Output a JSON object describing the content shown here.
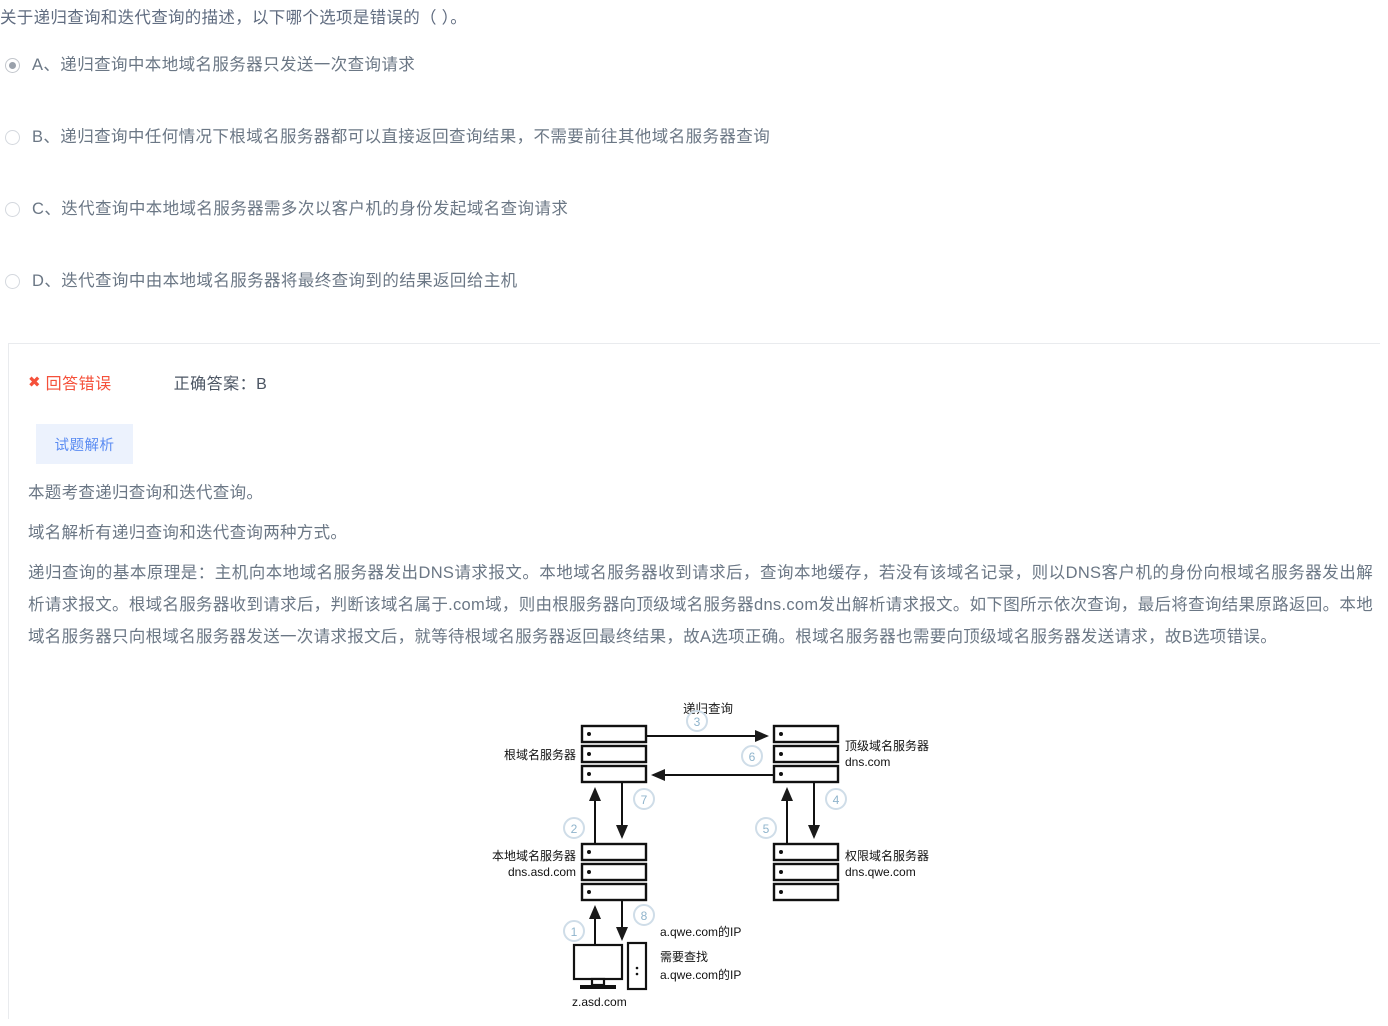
{
  "question": {
    "stem": "关于递归查询和迭代查询的描述，以下哪个选项是错误的（      ）。",
    "options": [
      {
        "key": "A",
        "label": "A、递归查询中本地域名服务器只发送一次查询请求",
        "selected": true
      },
      {
        "key": "B",
        "label": "B、递归查询中任何情况下根域名服务器都可以直接返回查询结果，不需要前往其他域名服务器查询",
        "selected": false
      },
      {
        "key": "C",
        "label": "C、迭代查询中本地域名服务器需多次以客户机的身份发起域名查询请求",
        "selected": false
      },
      {
        "key": "D",
        "label": "D、迭代查询中由本地域名服务器将最终查询到的结果返回给主机",
        "selected": false
      }
    ]
  },
  "result": {
    "mark": "✖",
    "status_text": "回答错误",
    "correct_answer_text": "正确答案：B",
    "status_color": "#f5503a"
  },
  "tabs": [
    {
      "label": "试题解析",
      "active": true
    }
  ],
  "analysis": {
    "paragraphs": [
      "本题考查递归查询和迭代查询。",
      "域名解析有递归查询和迭代查询两种方式。",
      "递归查询的基本原理是：主机向本地域名服务器发出DNS请求报文。本地域名服务器收到请求后，查询本地缓存，若没有该域名记录，则以DNS客户机的身份向根域名服务器发出解析请求报文。根域名服务器收到请求后，判断该域名属于.com域，则由根服务器向顶级域名服务器dns.com发出解析请求报文。如下图所示依次查询，最后将查询结果原路返回。本地域名服务器只向根域名服务器发送一次请求报文后，就等待根域名服务器返回最终结果，故A选项正确。根域名服务器也需要向顶级域名服务器发送请求，故B选项错误。"
    ]
  },
  "diagram": {
    "title": "递归查询",
    "nodes": {
      "root": {
        "label": "根域名服务器",
        "sub": ""
      },
      "tld": {
        "label": "顶级域名服务器",
        "sub": "dns.com"
      },
      "local": {
        "label": "本地域名服务器",
        "sub": "dns.asd.com"
      },
      "authoritative": {
        "label": "权限域名服务器",
        "sub": "dns.qwe.com"
      },
      "client": {
        "label": "z.asd.com",
        "sub": ""
      }
    },
    "annotations": {
      "reply_ip": "a.qwe.com的IP",
      "need_lookup_line1": "需要查找",
      "need_lookup_line2": "a.qwe.com的IP"
    },
    "steps": [
      "1",
      "2",
      "3",
      "4",
      "5",
      "6",
      "7",
      "8"
    ],
    "step_circle_color": "#dce8f0",
    "step_text_color": "#7ba8c4"
  }
}
